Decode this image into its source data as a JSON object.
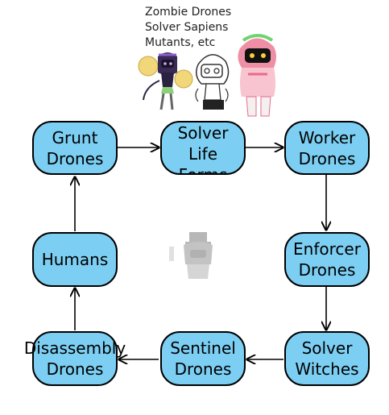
{
  "note": [
    "Zombie Drones",
    "Solver Sapiens",
    "Mutants, etc"
  ],
  "nodes": {
    "grunt": [
      "Grunt",
      "Drones"
    ],
    "solver_life": [
      "Solver",
      "Life",
      "Forms"
    ],
    "worker": [
      "Worker",
      "Drones"
    ],
    "humans": [
      "Humans"
    ],
    "enforcer": [
      "Enforcer",
      "Drones"
    ],
    "disassembly": [
      "Disassembly",
      "Drones"
    ],
    "sentinel": [
      "Sentinel",
      "Drones"
    ],
    "solver_witches": [
      "Solver",
      "Witches"
    ]
  },
  "colors": {
    "node_fill": "#7ccff3",
    "stroke": "#000000"
  },
  "illustrations": [
    "cheerleader-drone-figure",
    "pale-drone-figure",
    "pink-drone-figure",
    "top-hat-drone-figure"
  ]
}
